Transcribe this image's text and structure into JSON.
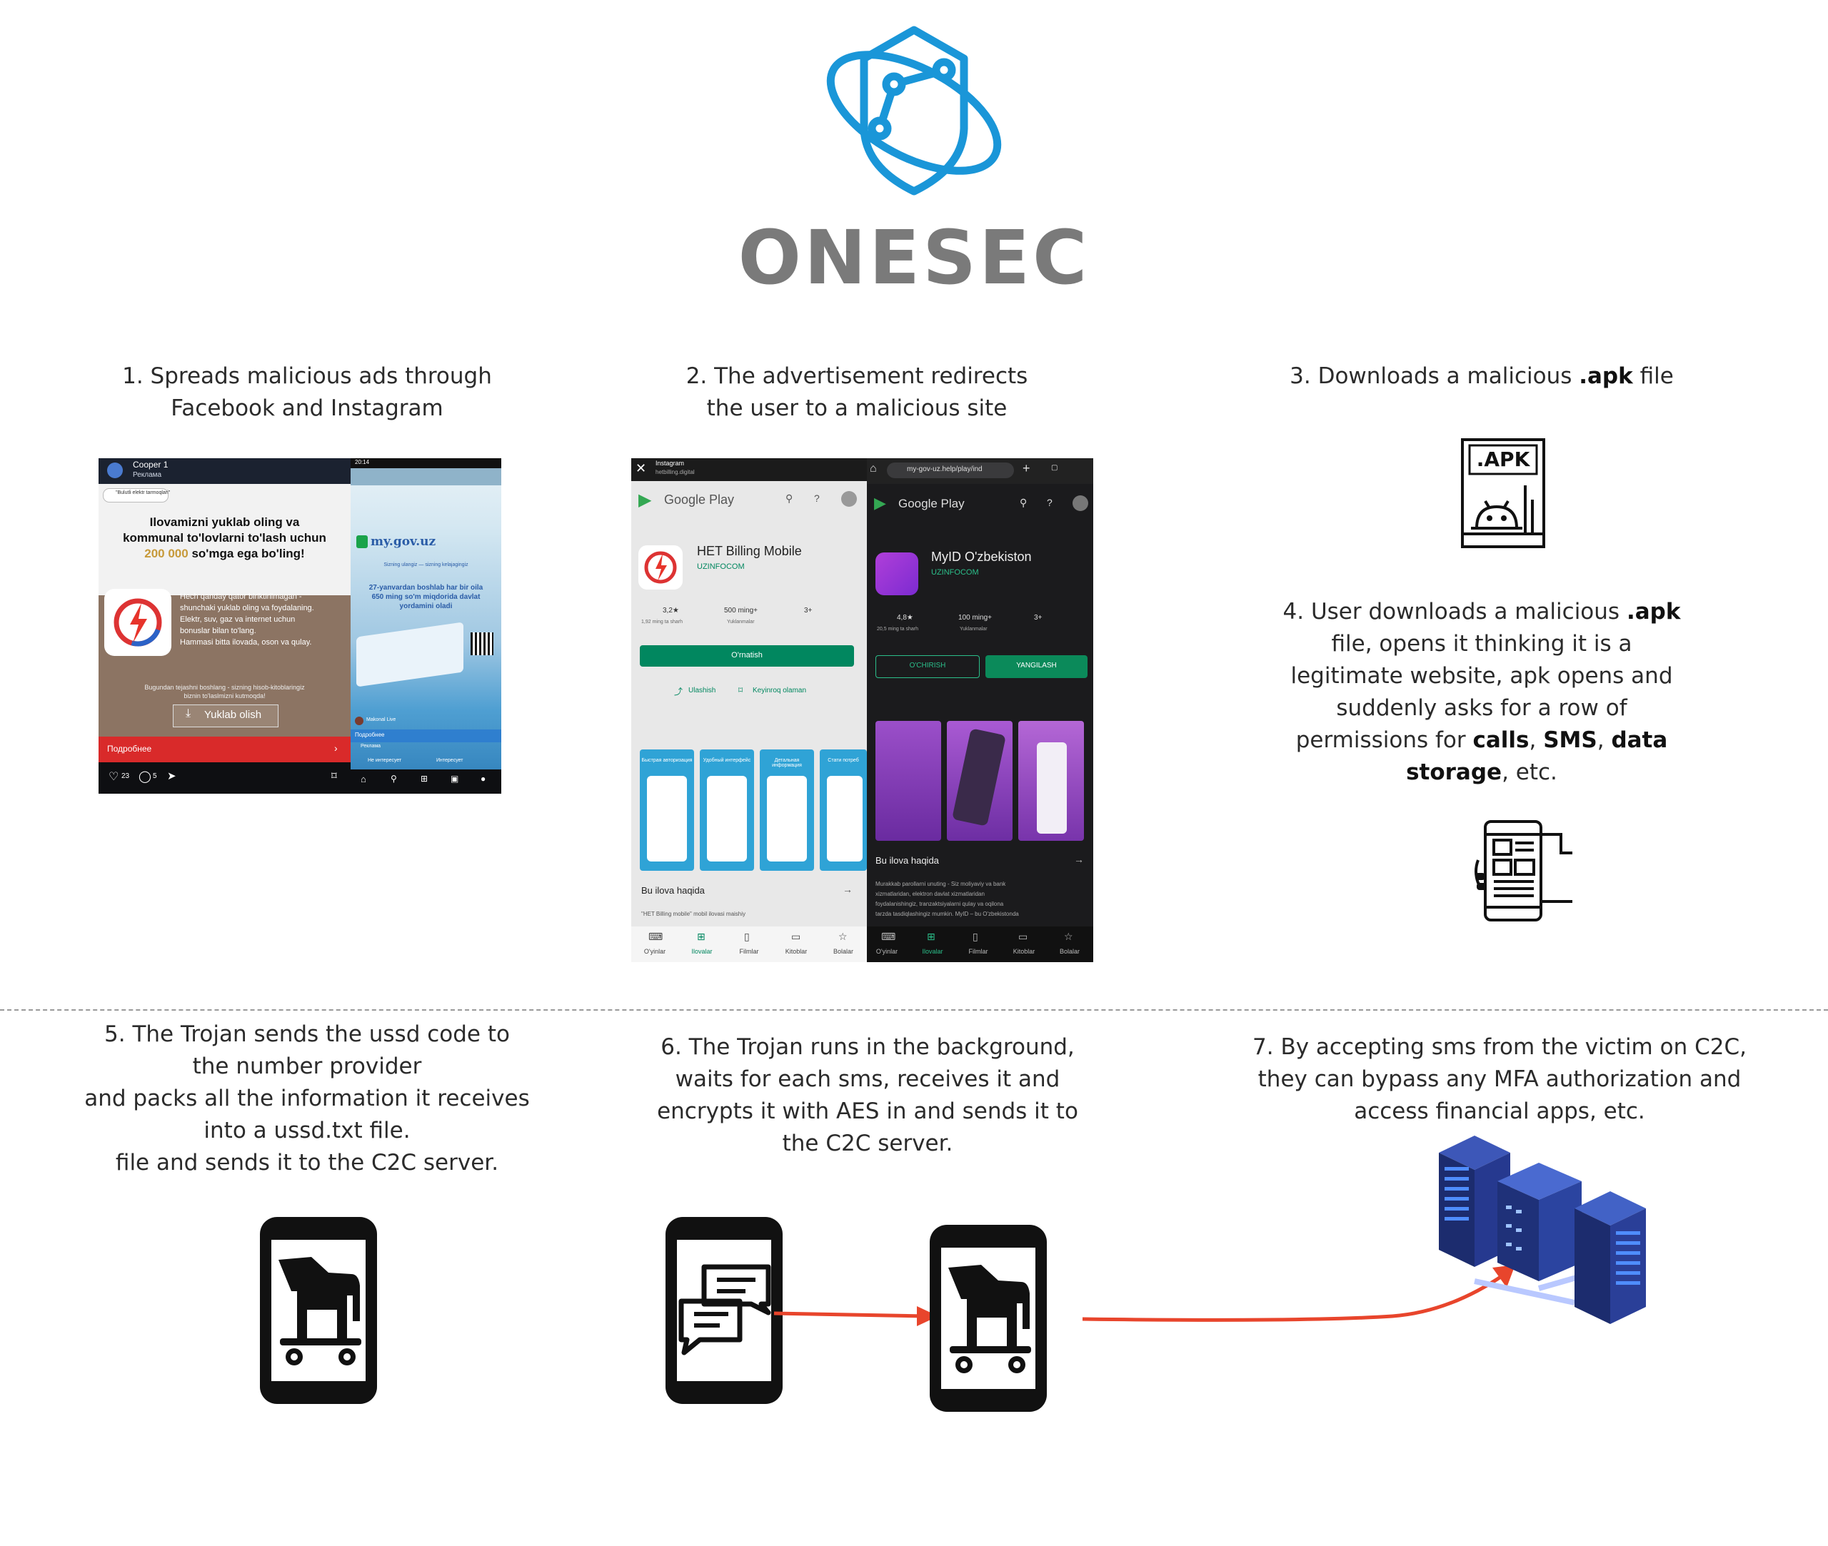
{
  "brand": "ONESEC",
  "steps": {
    "s1": {
      "l1": "1. Spreads malicious ads through",
      "l2": "Facebook and Instagram"
    },
    "s2": {
      "l1": "2. The advertisement redirects",
      "l2": "the user to a malicious site"
    },
    "s3": {
      "pre": "3. Downloads a malicious ",
      "bold": ".apk",
      "post": " file"
    },
    "s4": {
      "l1pre": "4. User downloads a malicious ",
      "l1bold": ".apk",
      "l2": "file, opens it thinking it is a",
      "l3": "legitimate website, apk opens and",
      "l4": "suddenly asks for a row of",
      "l5pre": "permissions for ",
      "l5b1": "calls",
      "l5s1": ", ",
      "l5b2": "SMS",
      "l5s2": ", ",
      "l5b3": "data",
      "l6b": "storage",
      "l6post": ", etc."
    },
    "s5": {
      "l1": "5. The Trojan sends the ussd code to",
      "l2": "the number provider",
      "l3": "and packs all the information it receives",
      "l4": "into a ussd.txt file.",
      "l5": "file and sends it to the C2C server."
    },
    "s6": {
      "l1": "6. The Trojan runs in the background,",
      "l2": "waits for each sms, receives it and",
      "l3": "encrypts it with AES in and sends it to",
      "l4": "the C2C server."
    },
    "s7": {
      "l1": "7. By accepting sms from the victim on C2C,",
      "l2": "they can bypass any MFA authorization and",
      "l3": "access financial apps, etc."
    }
  },
  "apk_label": ".APK",
  "ad_screens": {
    "left": {
      "account": "Cooper 1",
      "sponsored": "Реклама",
      "badge": "\"Bulutli elektr tarmoqlari\"",
      "headline1": "Ilovamizni yuklab oling va",
      "headline2": "kommunal to'lovlarni to'lash uchun",
      "amount": "200 000",
      "headline3": "so'mga ega bo'ling!",
      "b1": "Hech qanday qator biriktirilmagan -",
      "b2": "shunchaki yuklab oling va foydalaning.",
      "b3": "Elektr, suv, gaz va internet uchun",
      "b4": "bonuslar bilan to'lang.",
      "b5": "Hammasi bitta ilovada, oson va qulay.",
      "footer1": "Bugundan tejashni boshlang - sizning hisob-kitoblaringiz",
      "footer2": "biznin to'laslmizni kutmoqda!",
      "download": "Yuklab olish",
      "cta": "Подробнее",
      "likes": "23",
      "comments": "5"
    },
    "right": {
      "time": "20:14",
      "site": "my.gov.uz",
      "sub": "Sizning ulangiz — sizning kelajagingiz",
      "msg1": "27-yanvardan boshlab har bir oila",
      "msg2": "650 ming so'm miqdorida davlat",
      "msg3": "yordamini oladi",
      "user": "Маkonal Live",
      "cta": "Подробнее",
      "ad": "Реклама",
      "no": "Не интересует",
      "yes": "Интересует"
    }
  },
  "play_screens": {
    "left": {
      "top_title": "Instagram",
      "top_sub": "hetbilling.digital",
      "store": "Google Play",
      "app": "HET Billing Mobile",
      "dev": "UZINFOCOM",
      "rating": "3,2★",
      "reviews": "1,92 ming ta sharh",
      "downloads": "500 ming+",
      "downloads_l": "Yuklanmalar",
      "age": "3+",
      "install": "O'rnatish",
      "share": "Ulashish",
      "wish": "Keyinroq olaman",
      "shots": [
        "Быстрая авторизация",
        "Удобный интерфейс",
        "Детальная информация",
        "Стати потреб"
      ],
      "about": "Bu ilova haqida",
      "desc": "\"HET Billing mobile\" mobil ilovasi maishiy",
      "nav": [
        "O'yinlar",
        "Ilovalar",
        "Filmlar",
        "Kitoblar",
        "Bolalar"
      ]
    },
    "right": {
      "url": "my-gov-uz.help/play/ind",
      "store": "Google Play",
      "app": "MyID O'zbekiston",
      "dev": "UZINFOCOM",
      "rating": "4,8★",
      "reviews": "20,5 ming ta sharh",
      "downloads": "100 ming+",
      "downloads_l": "Yuklanmalar",
      "age": "3+",
      "uninstall": "O'CHIRISH",
      "update": "YANGILASH",
      "about": "Bu ilova haqida",
      "desc1": "Murakkab parollarni unuting - Siz moliyaviy va bank",
      "desc2": "xizmatlaridan, elektron davlat xizmatlaridan",
      "desc3": "foydalanishingiz, tranzaktsiyalarni qulay va oqilona",
      "desc4": "tarzda tasdiqlashingiz mumkin. MyID – bu O'zbekistonda",
      "nav": [
        "O'yinlar",
        "Ilovalar",
        "Filmlar",
        "Kitoblar",
        "Bolalar"
      ]
    }
  },
  "colors": {
    "brand_blue": "#1a96d8",
    "brand_gray": "#7a7a7a",
    "arrow_red": "#e8452c",
    "play_green": "#01875f",
    "ad_red": "#d92a2a"
  }
}
